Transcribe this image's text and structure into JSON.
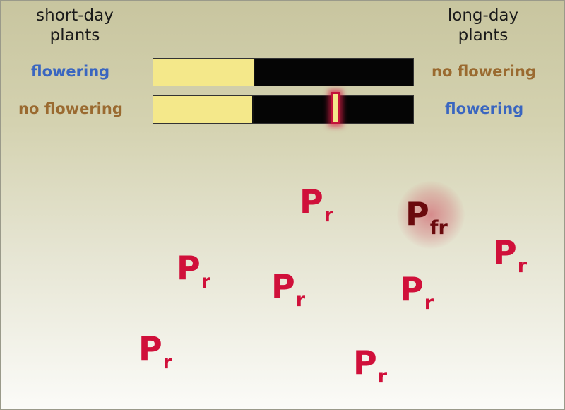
{
  "headers": {
    "left": "short-day\nplants",
    "right": "long-day\nplants"
  },
  "rows": [
    {
      "short_day_response": "flowering",
      "long_day_response": "no flowering",
      "light_fraction": 0.39,
      "night_break": null
    },
    {
      "short_day_response": "no flowering",
      "long_day_response": "flowering",
      "light_fraction": 0.385,
      "night_break": 0.7
    }
  ],
  "colors": {
    "flowering": "#3a66c0",
    "no_flowering": "#9a6a30",
    "light": "#f4e88a",
    "dark": "#050505",
    "pr": "#d0103a",
    "pfr": "#6a0a0d"
  },
  "pigments": {
    "pr": {
      "main": "P",
      "sub": "r"
    },
    "pfr": {
      "main": "P",
      "sub": "fr"
    }
  }
}
